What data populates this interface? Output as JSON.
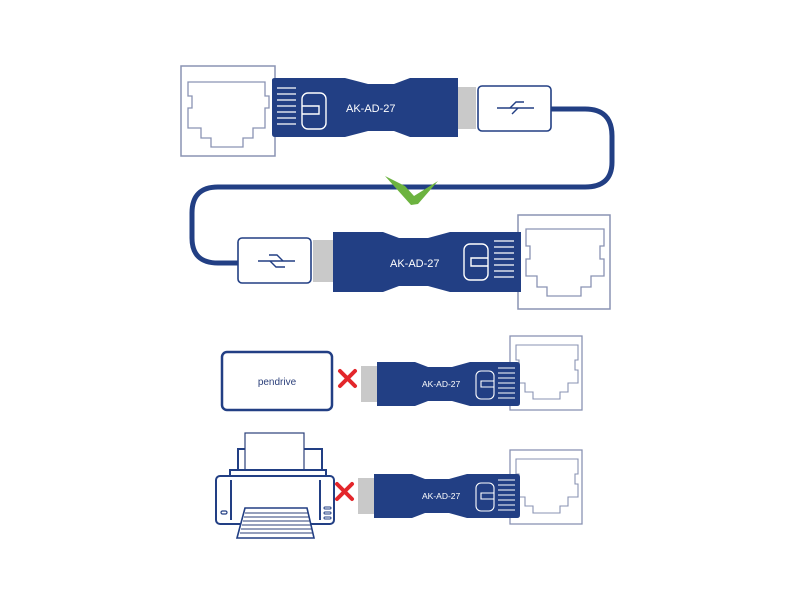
{
  "colors": {
    "navy": "#223f84",
    "outline": "#2b3f7a",
    "jack_outline": "#8a93b3",
    "plug_metal": "#c9c9c9",
    "check_green": "#6cb33f",
    "cross_red": "#e3262b",
    "background": "#ffffff"
  },
  "scenes": [
    {
      "id": "compatible-usb-link-top",
      "adapter_label": "AK-AD-27",
      "usb_icon": "usb-trident-icon",
      "jack_icon": "rj45-port-icon",
      "orientation": "jack-left"
    },
    {
      "id": "compatible-usb-link-bottom",
      "adapter_label": "AK-AD-27",
      "usb_icon": "usb-trident-icon",
      "jack_icon": "rj45-port-icon",
      "orientation": "jack-right"
    }
  ],
  "status": {
    "compatible_icon": "check-icon",
    "incompatible_icon": "cross-icon"
  },
  "incompatible": [
    {
      "device_label": "pendrive",
      "device_icon": "pendrive-icon",
      "adapter_label": "AK-AD-27"
    },
    {
      "device_label": "",
      "device_icon": "printer-icon",
      "adapter_label": "AK-AD-27"
    }
  ]
}
